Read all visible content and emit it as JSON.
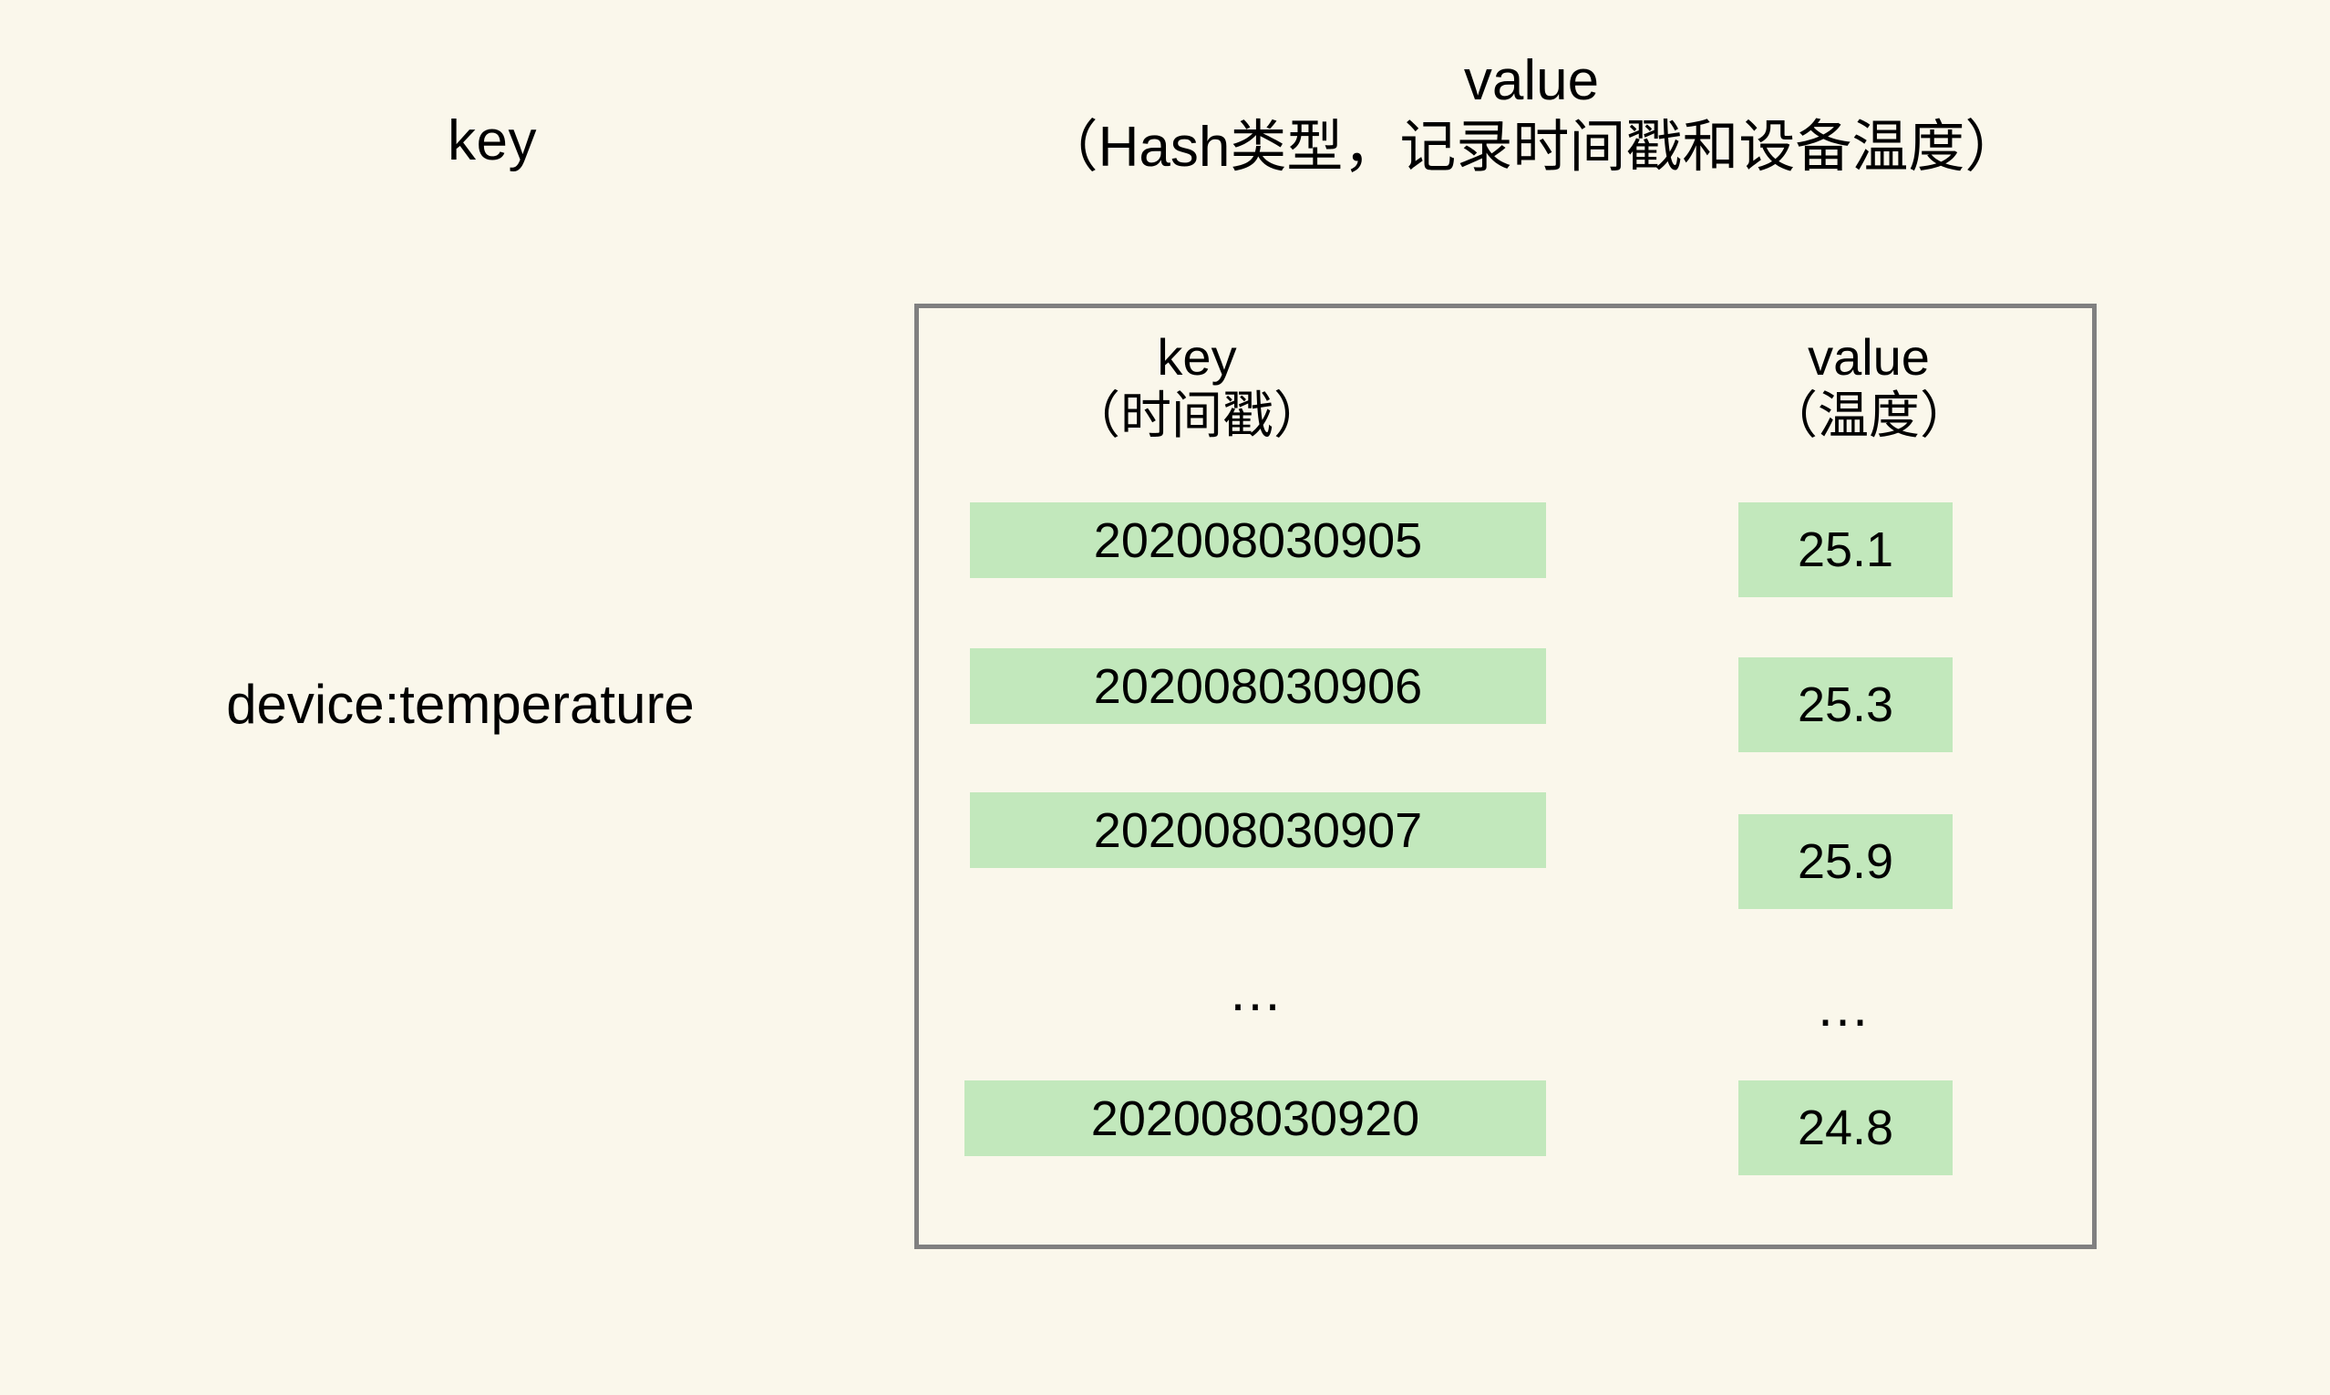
{
  "diagram": {
    "background_color": "#faf7eb",
    "cell_color": "#c2e8bc",
    "border_color": "#808080",
    "text_color": "#000000"
  },
  "top_headers": {
    "key_label": "key",
    "value_label": "value",
    "value_sublabel": "（Hash类型，记录时间戳和设备温度）"
  },
  "row": {
    "key_name": "device:temperature"
  },
  "hash_table": {
    "columns": [
      {
        "title": "key",
        "subtitle": "（时间戳）"
      },
      {
        "title": "value",
        "subtitle": "（温度）"
      }
    ],
    "entries": [
      {
        "field": "202008030905",
        "value": "25.1"
      },
      {
        "field": "202008030906",
        "value": "25.3"
      },
      {
        "field": "202008030907",
        "value": "25.9"
      },
      {
        "field": "202008030920",
        "value": "24.8"
      }
    ],
    "ellipsis": "…"
  }
}
